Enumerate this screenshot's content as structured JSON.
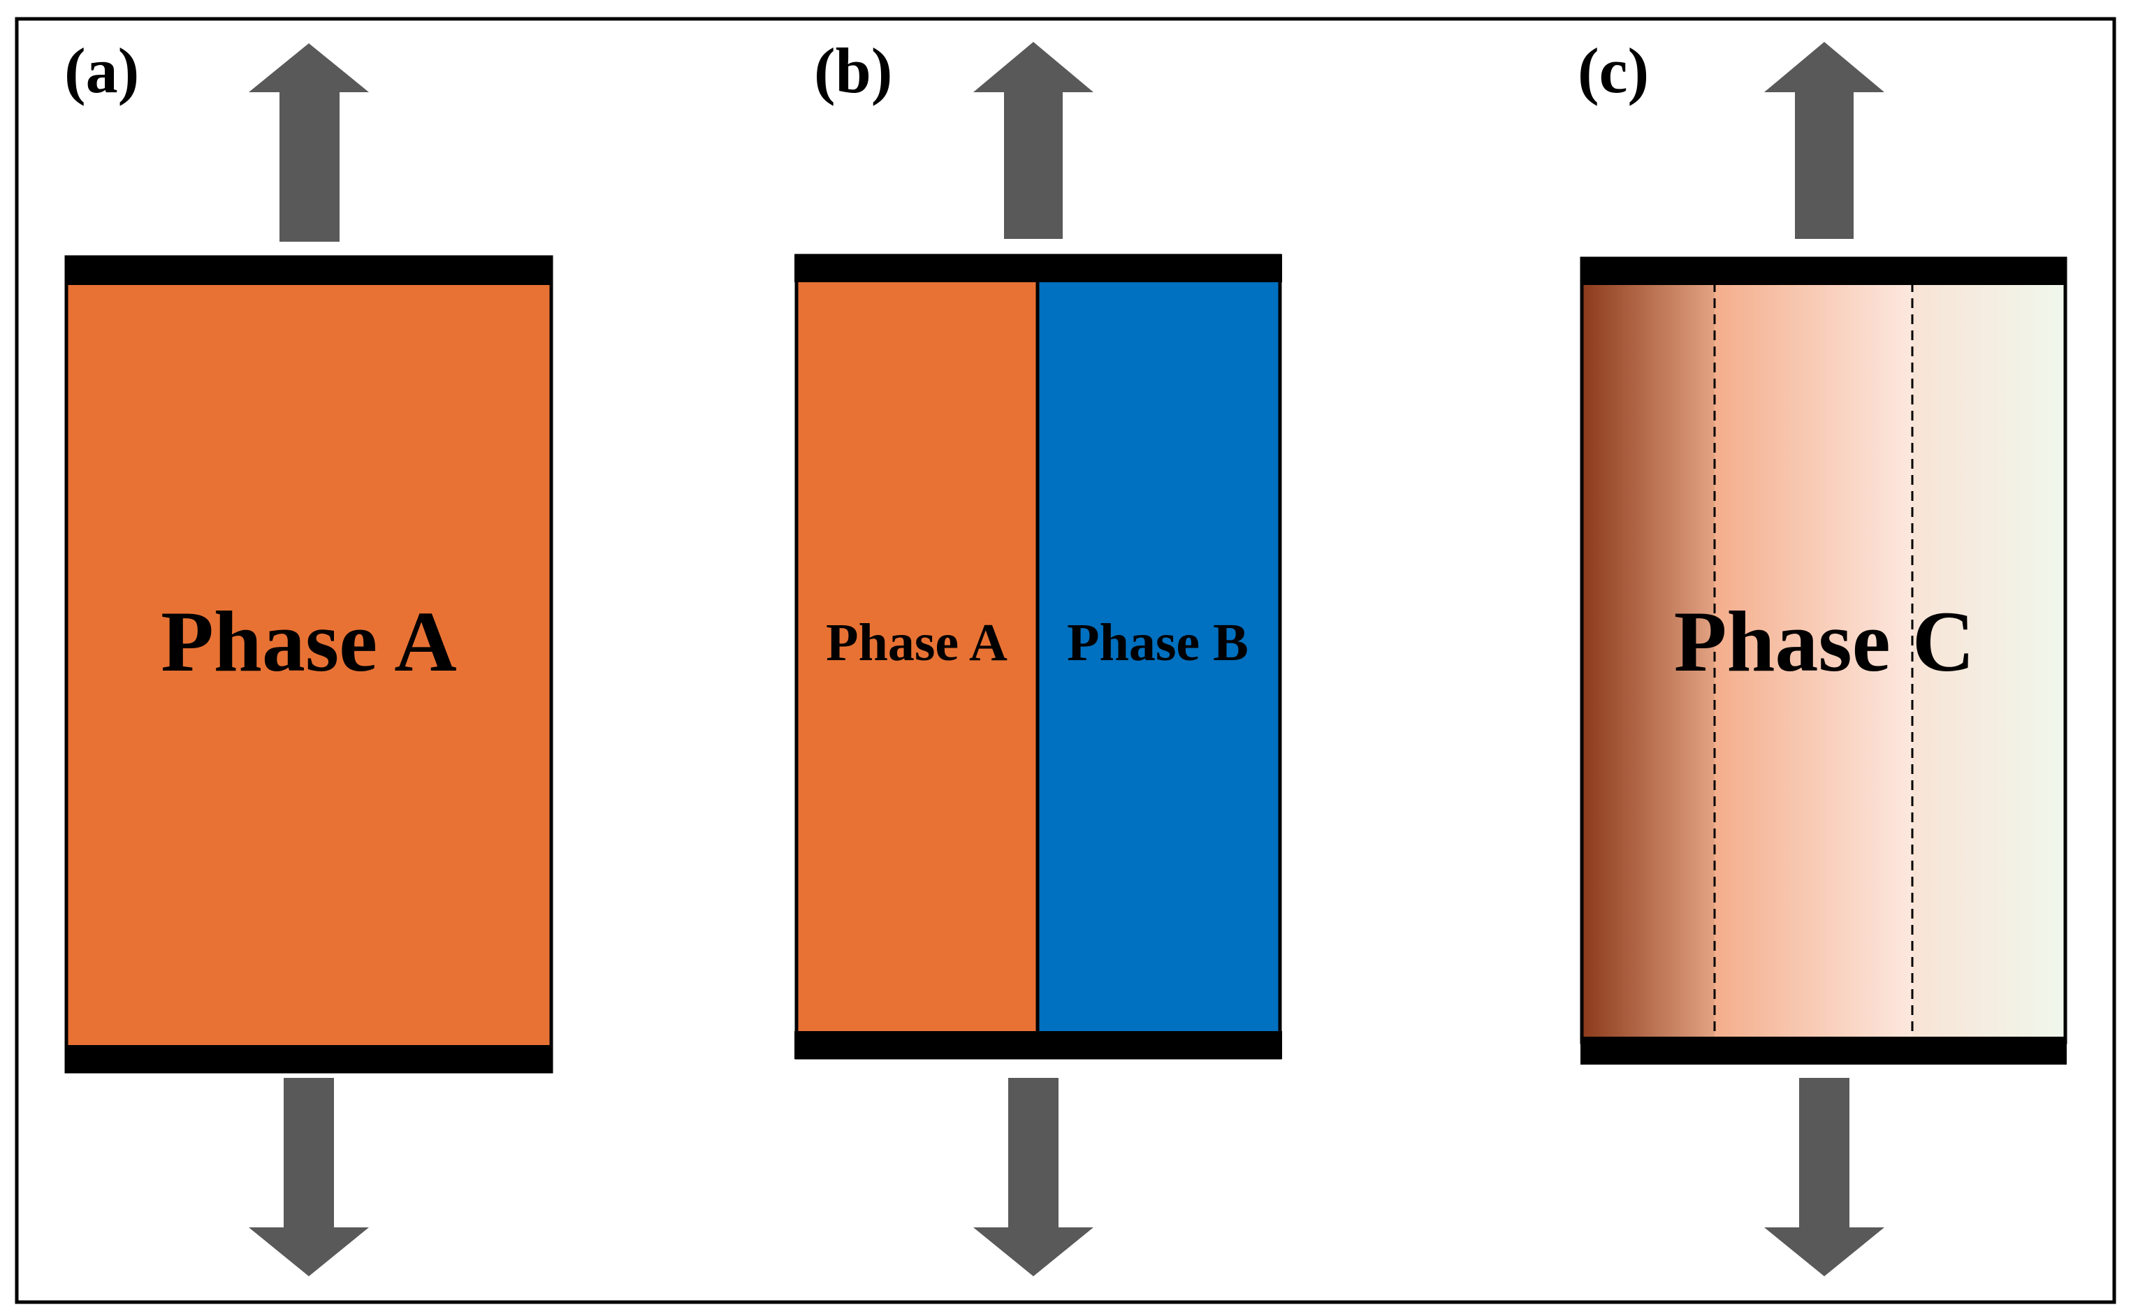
{
  "panels": [
    {
      "label": "(a)",
      "phases": [
        "Phase A"
      ],
      "colors": [
        "#E87234"
      ]
    },
    {
      "label": "(b)",
      "phases": [
        "Phase A",
        "Phase B"
      ],
      "colors": [
        "#E87234",
        "#0070C0"
      ]
    },
    {
      "label": "(c)",
      "phases": [
        "Phase C"
      ],
      "gradient_colors": [
        "#8B3A1A",
        "#F6B596",
        "#F1F7EC"
      ]
    }
  ],
  "colors": {
    "arrow": "#595959",
    "grip": "#000000",
    "frame": "#000000",
    "background": "#FFFFFF"
  },
  "icons": [
    "arrow-up-icon",
    "arrow-down-icon"
  ]
}
